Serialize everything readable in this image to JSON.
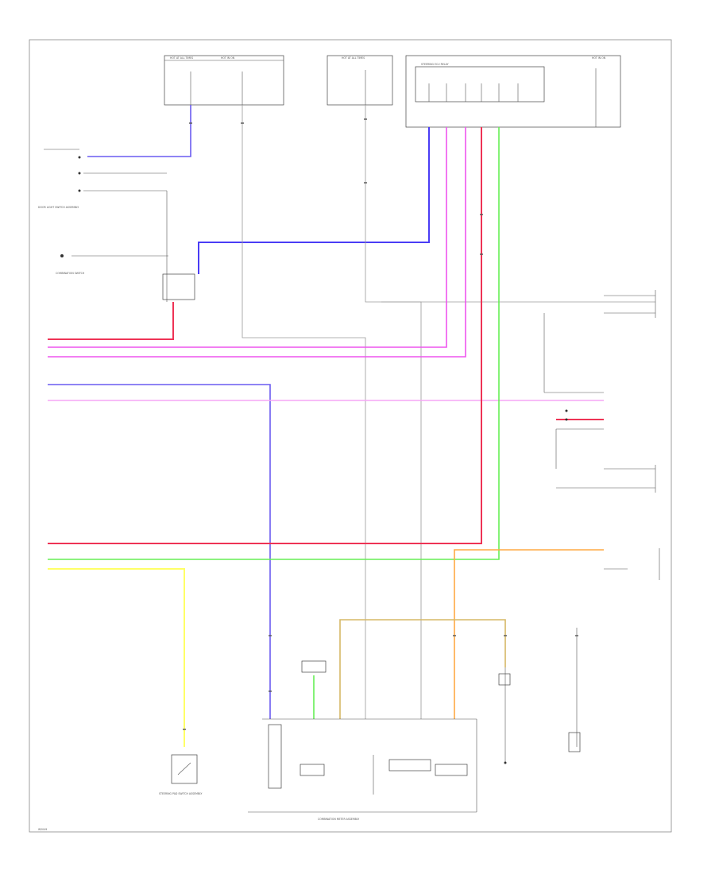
{
  "colors": {
    "blue": "#6a5cf0",
    "dark_blue": "#4a3cf5",
    "magenta": "#ee55ee",
    "pink": "#f5a6f5",
    "red": "#ee3355",
    "green": "#66ee55",
    "yellow": "#ffff66",
    "orange": "#ffaa44",
    "tan": "#d6b866",
    "gray": "#9a9a9a"
  },
  "labels": {
    "top_fuse_1": "HOT AT ALL TIMES",
    "top_fuse_2": "HOT IN ON",
    "top_fuse_3": "HOT AT ALL TIMES",
    "top_fuse_4": "HOT IN ON",
    "steering_ecu": "STEERING ECU RELAY",
    "footer_ecu": "COMBINATION METER ASSEMBLY",
    "left_sw_1": "DOOR LIGHT SWITCH ASSEMBLY",
    "left_sw_2": "COMBINATION SWITCH",
    "bottom_sw": "STEERING PAD SWITCH ASSEMBLY",
    "bottom_code": "W2049"
  }
}
